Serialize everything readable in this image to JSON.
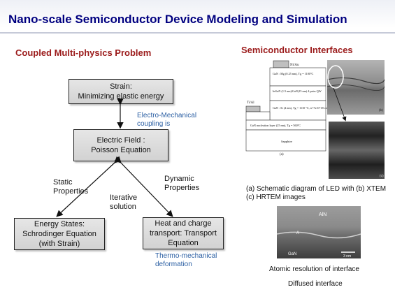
{
  "title": "Nano-scale Semiconductor Device Modeling and Simulation",
  "left": {
    "heading": "Coupled Multi-physics  Problem",
    "strain_box": {
      "line1": "Strain:",
      "line2": "Minimizing elastic energy"
    },
    "electro_note": {
      "line1": "Electro-Mechanical",
      "line2": "coupling is"
    },
    "field_box": {
      "line1": "Electric Field :",
      "line2": "Poisson Equation"
    },
    "static_label": {
      "line1": "Static",
      "line2": "Properties"
    },
    "iterative_label": {
      "line1": "Iterative",
      "line2": "solution"
    },
    "dynamic_label": {
      "line1": "Dynamic",
      "line2": "Properties"
    },
    "energy_box": {
      "line1": "Energy States:",
      "line2": "Schrodinger Equation",
      "line3": "(with Strain)"
    },
    "heat_box": {
      "line1": "Heat and charge",
      "line2": "transport: Transport",
      "line3": "Equation"
    },
    "thermo_note": {
      "line1": "Thermo-mechanical",
      "line2": "deformation"
    }
  },
  "right": {
    "heading": "Semiconductor Interfaces",
    "led_caption": {
      "line1": "(a) Schematic diagram of LED with (b) XTEM",
      "line2": "(c) HRTEM images"
    },
    "schematic": {
      "contact_top": "Ni/Au",
      "contact_side": "Ti/Al",
      "layer1": "GaN : Mg (0.25 nm), Tg = 1100°C",
      "layer2": "InGaN (1.5 nm)/GaN(15 nm) 4 pairs QW",
      "layer3": "GaN : Si (4 nm), Tg = 1110 °C, n=7x10^18 cm^-3",
      "layer4": "GaN nucleation layer (25 nm), Tg = 560°C",
      "substrate": "Sapphire",
      "panel_a": "(a)",
      "panel_b": "(b)",
      "panel_c": "(c)"
    },
    "tem": {
      "top_label": "AlN",
      "bottom_label": "GaN",
      "scale": "3 nm",
      "marker": "A"
    },
    "atomic_caption": "Atomic resolution of interface",
    "diffused_caption": "Diffused interface"
  },
  "colors": {
    "title": "#000080",
    "heading": "#9b1b1b",
    "note": "#2b5fa3"
  }
}
